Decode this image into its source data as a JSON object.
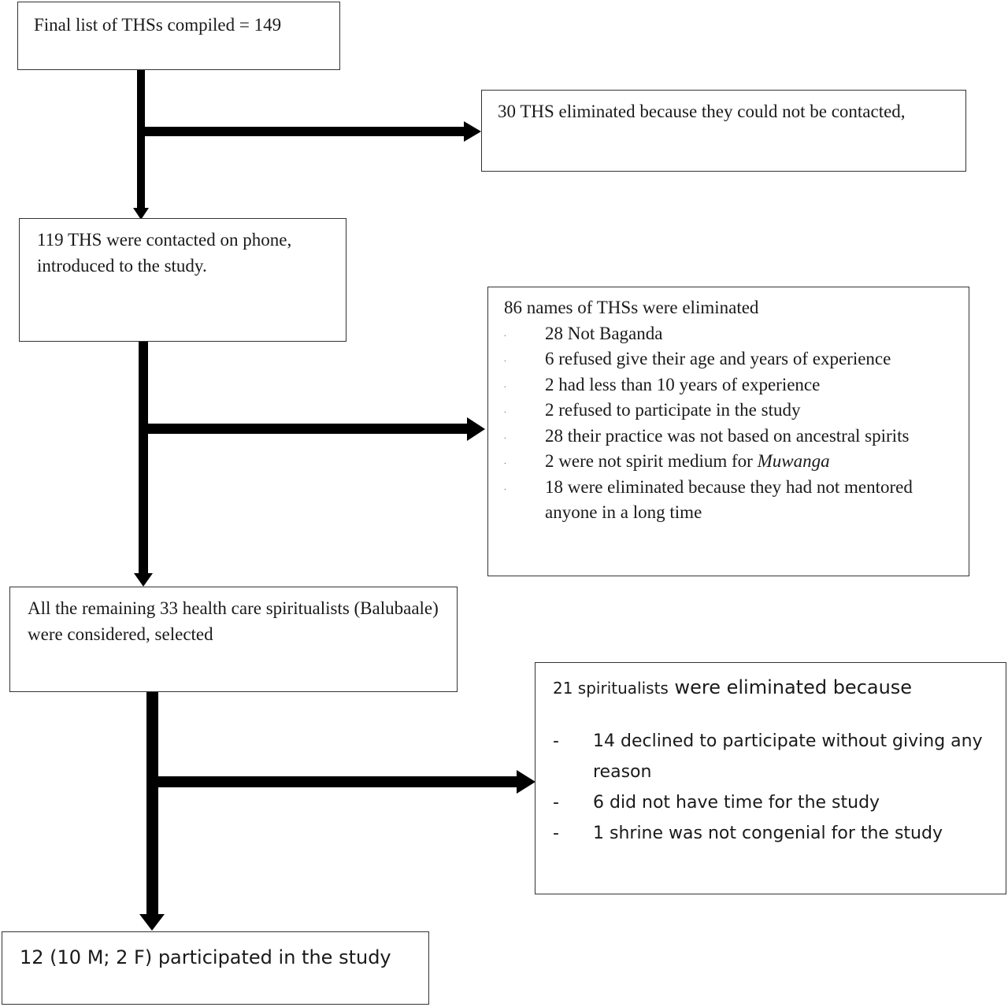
{
  "boxes": {
    "start": {
      "text": "Final list of THSs compiled = 149"
    },
    "excl1": {
      "text": "30 THS eliminated because they could not be contacted,"
    },
    "contacted": {
      "text": "119 THS were contacted on phone, introduced to the study."
    },
    "excl2": {
      "title": "86 names of THSs were eliminated",
      "bullet": ".",
      "items": [
        {
          "text": "28 Not Baganda"
        },
        {
          "text": "6 refused give their age and years of experience"
        },
        {
          "text": "2 had less than 10 years of experience"
        },
        {
          "text": "2 refused to participate in the study"
        },
        {
          "text": "28 their practice was not based on ancestral spirits"
        },
        {
          "text": "2 were not spirit medium for ",
          "em": "Muwanga"
        },
        {
          "text": "18 were eliminated because they had not mentored anyone in a long time"
        }
      ]
    },
    "remaining": {
      "text": "All the remaining 33 health care spiritualists (Balubaale) were considered, selected"
    },
    "excl3": {
      "title_small": "21 spiritualists",
      "title_rest": " were eliminated because",
      "bullet": "-",
      "items": [
        {
          "text": "14 declined to participate without giving any reason"
        },
        {
          "text": "6 did not have time for the study"
        },
        {
          "text": "1 shrine was not congenial for the study"
        }
      ]
    },
    "final": {
      "text": "12 (10 M; 2 F) participated in the study"
    }
  },
  "colors": {
    "arrow": "#000000",
    "border": "#333333",
    "text": "#1a1a1a"
  }
}
